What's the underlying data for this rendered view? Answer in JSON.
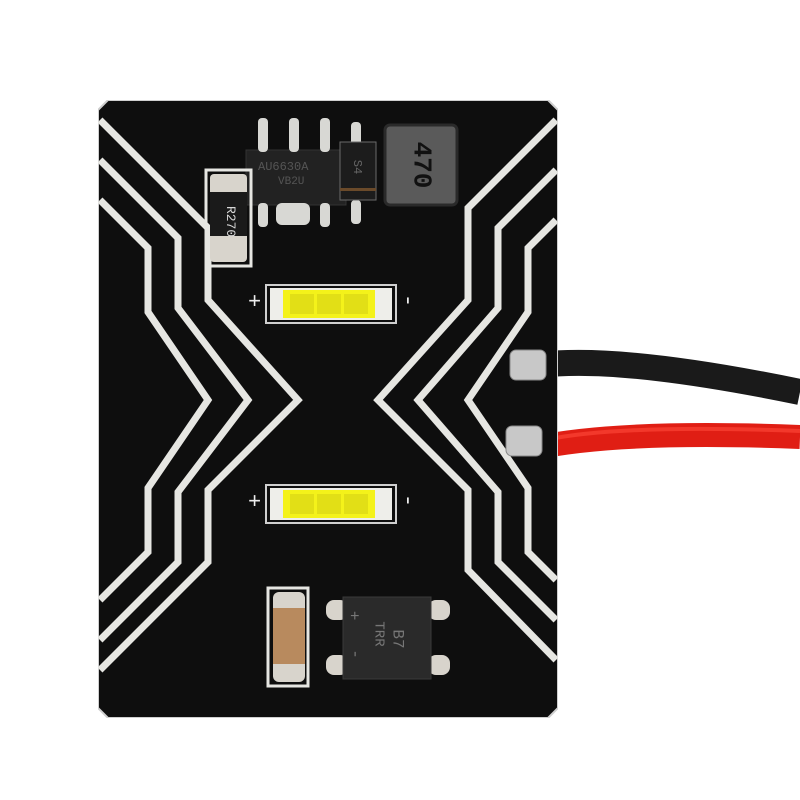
{
  "scene": {
    "description": "Black PCB LED module with two yellow-white SMD LEDs and red/black power leads",
    "background_color": "#ffffff",
    "board_color": "#0e0e0e",
    "trace_color": "#e6e6e2"
  },
  "components": {
    "resistor": {
      "marking": "R270"
    },
    "regulator_ic": {
      "marking_line1": "AU6630A",
      "marking_line2": "VB2U"
    },
    "diode": {
      "marking": "S4"
    },
    "inductor": {
      "marking": "470"
    },
    "led_top": {
      "plus_label": "+",
      "minus_label": "-",
      "color": "#f4f21a"
    },
    "led_bottom": {
      "plus_label": "+",
      "minus_label": "-",
      "color": "#f4f21a"
    },
    "capacitor": {
      "color": "#b88a5e"
    },
    "bridge_rectifier": {
      "marking_line1": "TRR",
      "marking_line2": "B7",
      "plus_label": "+",
      "minus_label": "-"
    }
  },
  "wires": [
    {
      "name": "black-lead",
      "color": "#1a1a1a"
    },
    {
      "name": "red-lead",
      "color": "#e01e14"
    }
  ]
}
